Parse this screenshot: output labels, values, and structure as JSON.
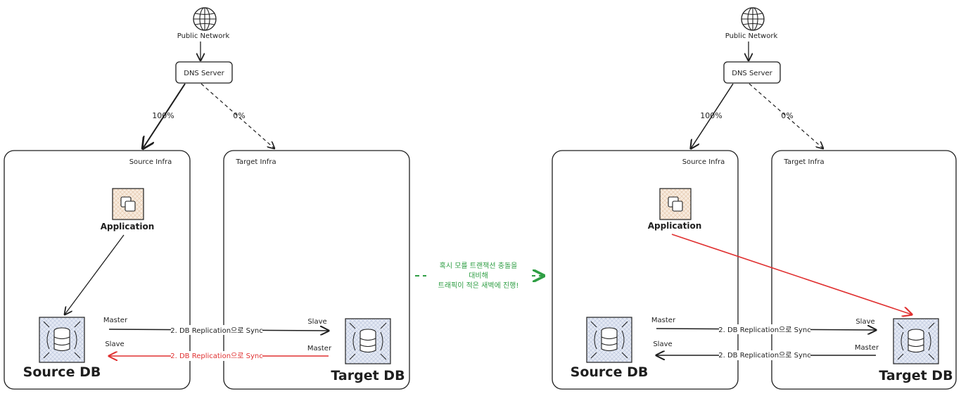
{
  "panels": [
    {
      "public_network": "Public Network",
      "dns_server": "DNS Server",
      "pct_source": "100%",
      "pct_target": "0%",
      "source_infra": "Source Infra",
      "target_infra": "Target Infra",
      "application": "Application",
      "source_db": "Source DB",
      "target_db": "Target DB",
      "master_left": "Master",
      "slave_left": "Slave",
      "slave_right": "Slave",
      "master_right": "Master",
      "repl_top": "2. DB Replication으로 Sync",
      "repl_bottom": "2. DB Replication으로 Sync"
    },
    {
      "public_network": "Public Network",
      "dns_server": "DNS Server",
      "pct_source": "100%",
      "pct_target": "0%",
      "source_infra": "Source Infra",
      "target_infra": "Target Infra",
      "application": "Application",
      "source_db": "Source DB",
      "target_db": "Target DB",
      "master_left": "Master",
      "slave_left": "Slave",
      "slave_right": "Slave",
      "master_right": "Master",
      "repl_top": "2. DB Replication으로 Sync",
      "repl_bottom": "2. DB Replication으로 Sync"
    }
  ],
  "transition_note": [
    "혹시 모를 트랜잭션 충돌을",
    "대비해",
    "트래픽이 적은 새벽에 진행!"
  ],
  "colors": {
    "stroke": "#1e1e1e",
    "red": "#e03131",
    "green": "#2f9e44",
    "app_fill": "#f6e6d6",
    "db_fill": "#dde3f0"
  }
}
